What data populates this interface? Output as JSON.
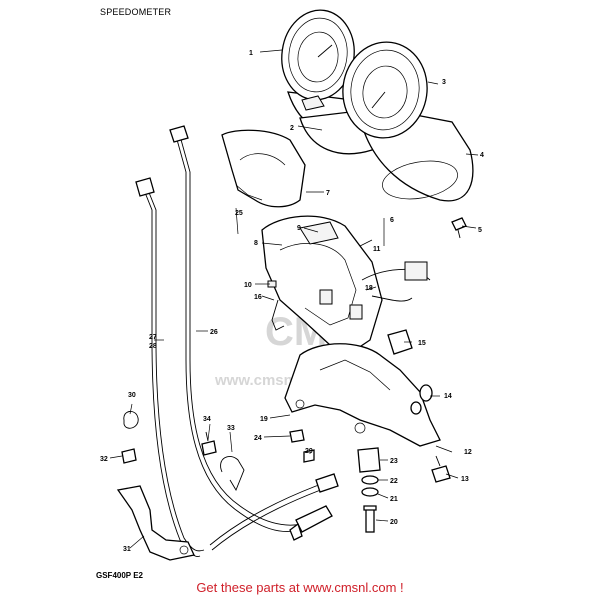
{
  "title": "SPEEDOMETER",
  "model_code": "GSF400P E2",
  "footer": "Get these parts at www.cmsnl.com !",
  "watermark": {
    "brand": "CMS",
    "site": "www.cmsnl.com"
  },
  "colors": {
    "footer": "#d0202a",
    "line": "#000000",
    "watermark": "#d6d6d6"
  },
  "labels": {
    "p1": "1",
    "p2": "2",
    "p3": "3",
    "p4": "4",
    "p5": "5",
    "p6": "6",
    "p7": "7",
    "p8": "8",
    "p9": "9",
    "p10": "10",
    "p11": "11",
    "p12": "12",
    "p13": "13",
    "p14": "14",
    "p15": "15",
    "p16": "16",
    "p18": "18",
    "p19": "19",
    "p20": "20",
    "p21": "21",
    "p22": "22",
    "p23": "23",
    "p24": "24",
    "p25": "25",
    "p26": "26",
    "p27": "27",
    "p28": "28",
    "p29": "29",
    "p30": "30",
    "p31": "31",
    "p32": "32",
    "p33": "33",
    "p34": "34"
  }
}
